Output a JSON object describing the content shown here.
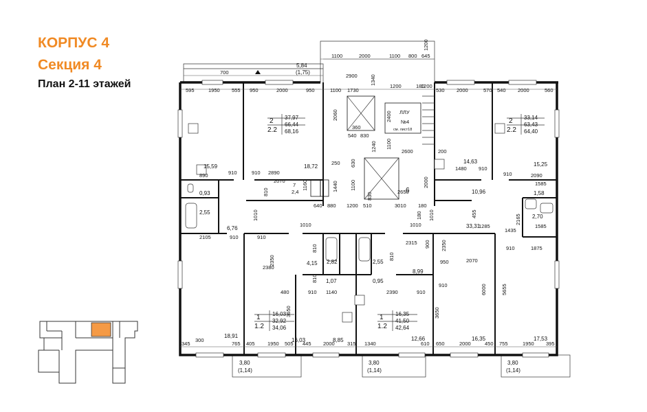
{
  "header": {
    "building": "КОРПУС 4",
    "section": "Секция 4",
    "floors": "План 2-11 этажей"
  },
  "colors": {
    "accent": "#f08a24",
    "wall": "#111111",
    "highlight": "#f59a45"
  },
  "apartments": {
    "nw": {
      "rooms": "2",
      "type": "2.2",
      "area_living": "37,97",
      "area_total": "66,44",
      "area_full": "68,16"
    },
    "ne": {
      "rooms": "2",
      "type": "2.2",
      "area_living": "33,14",
      "area_total": "63,43",
      "area_full": "64,40"
    },
    "sw": {
      "rooms": "1",
      "type": "1.2",
      "area_living": "16,03",
      "area_total": "32,92",
      "area_full": "34,06"
    },
    "se": {
      "rooms": "1",
      "type": "1.2",
      "area_living": "16,35",
      "area_total": "41,50",
      "area_full": "42,64"
    }
  },
  "stair": {
    "label": "ЛЛУ",
    "number": "№4",
    "note": "см. лист18"
  },
  "lift_tag": "6",
  "room_7": "7",
  "room_7_area": "2,4",
  "room_areas": {
    "nw_room": "15,59",
    "nw_big": "18,72",
    "nw_wc": "0,93",
    "nw_bath": "2,55",
    "nw_hall": "6,76",
    "ne_room": "14,63",
    "ne_big": "15,25",
    "ne_hall": "10,96",
    "ne_wc": "1,58",
    "ne_bath": "2,70",
    "corridor": "33,31",
    "sw_room": "18,91",
    "sw_hall": "4,15",
    "sw_bath": "2,82",
    "sw_kitchen": "16,03",
    "sw_lodge": "1,07",
    "sw_mid": "8,85",
    "se_bath": "2,55",
    "se_hall": "8,99",
    "se_lodge": "0,95",
    "se_kitchen": "12,66",
    "se_room": "16,35",
    "se_corner": "17,53"
  },
  "balconies": {
    "top": {
      "area": "5,84",
      "reduced": "(1,75)"
    },
    "bottom": [
      {
        "area": "3,80",
        "reduced": "(1,14)"
      },
      {
        "area": "3,80",
        "reduced": "(1,14)"
      },
      {
        "area": "3,80",
        "reduced": "(1,14)"
      }
    ]
  },
  "dimensions": {
    "top_far": [
      "1100",
      "2000",
      "1100",
      "800",
      "645",
      "1200"
    ],
    "top_mid": [
      "700",
      "2900",
      "1340",
      "1200",
      "180",
      "1200"
    ],
    "top_row": [
      "595",
      "1950",
      "555",
      "950",
      "2000",
      "950",
      "1100",
      "1730",
      "530",
      "2000",
      "570",
      "540",
      "2000",
      "560"
    ],
    "shaft": [
      "2060",
      "360",
      "540",
      "830",
      "1240",
      "2400",
      "1100",
      "2600",
      "200"
    ],
    "middle": [
      "910",
      "2890",
      "250",
      "890",
      "910",
      "810",
      "2070",
      "1160",
      "1440",
      "630",
      "1100",
      "2000",
      "2650",
      "1480",
      "910",
      "910",
      "2090",
      "1585"
    ],
    "corridor": [
      "640",
      "880",
      "1200",
      "510",
      "3010",
      "180",
      "830",
      "180",
      "455",
      "1285",
      "1435",
      "2165",
      "1585",
      "1010",
      "1010",
      "1010",
      "1010",
      "2105",
      "910"
    ],
    "lower": [
      "910",
      "2380",
      "2350",
      "480",
      "810",
      "810",
      "910",
      "1140",
      "2390",
      "910",
      "2315",
      "900",
      "950",
      "2070",
      "2350",
      "910",
      "1875",
      "910",
      "6000",
      "5655",
      "3650",
      "3650",
      "810"
    ],
    "bottom_row": [
      "345",
      "300",
      "765",
      "405",
      "1950",
      "445",
      "2000",
      "315",
      "1340",
      "610",
      "650",
      "2000",
      "450",
      "755",
      "1950",
      "395",
      "505"
    ]
  }
}
